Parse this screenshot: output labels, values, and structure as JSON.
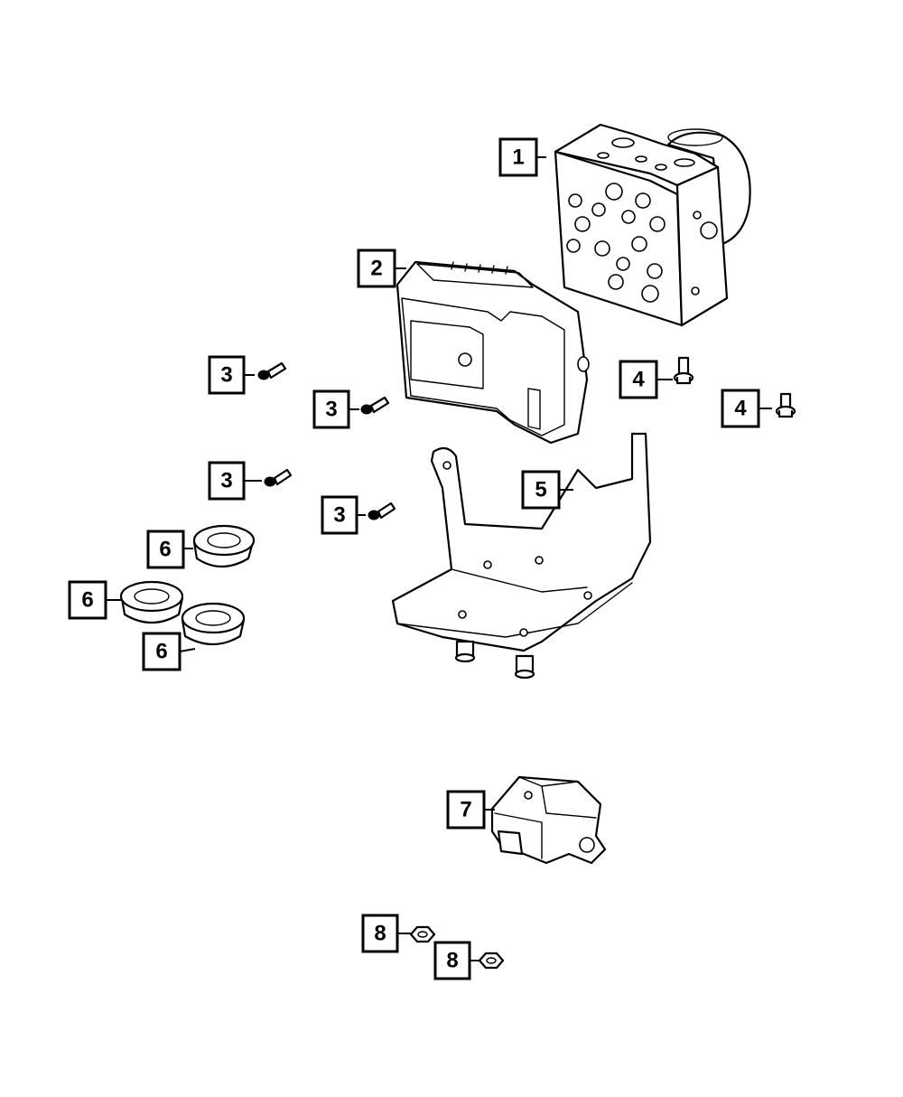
{
  "callouts": [
    {
      "id": "c1",
      "label": "1"
    },
    {
      "id": "c2",
      "label": "2"
    },
    {
      "id": "c3a",
      "label": "3"
    },
    {
      "id": "c3b",
      "label": "3"
    },
    {
      "id": "c3c",
      "label": "3"
    },
    {
      "id": "c3d",
      "label": "3"
    },
    {
      "id": "c4a",
      "label": "4"
    },
    {
      "id": "c4b",
      "label": "4"
    },
    {
      "id": "c5",
      "label": "5"
    },
    {
      "id": "c6a",
      "label": "6"
    },
    {
      "id": "c6b",
      "label": "6"
    },
    {
      "id": "c6c",
      "label": "6"
    },
    {
      "id": "c7",
      "label": "7"
    },
    {
      "id": "c8a",
      "label": "8"
    },
    {
      "id": "c8b",
      "label": "8"
    }
  ],
  "colors": {
    "line": "#000000",
    "background": "#ffffff"
  }
}
